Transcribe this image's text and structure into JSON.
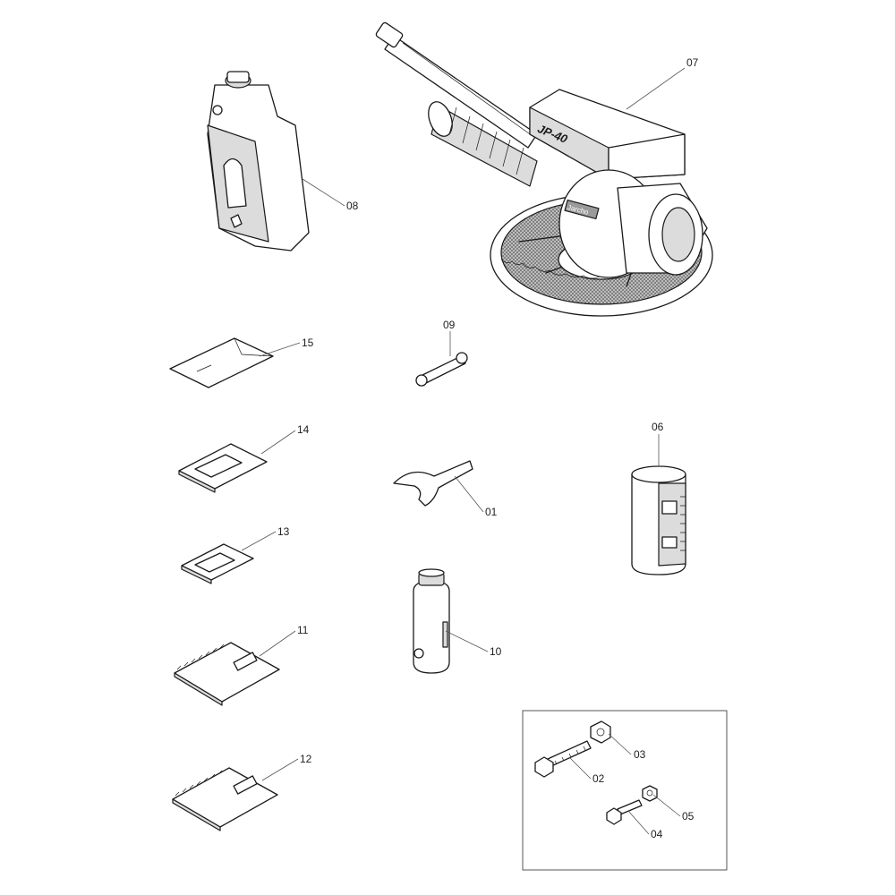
{
  "diagram": {
    "parts": [
      {
        "id": "p01",
        "label": "01",
        "icon": "spanner-wrench-icon"
      },
      {
        "id": "p02",
        "label": "02",
        "icon": "long-bolt-icon"
      },
      {
        "id": "p03",
        "label": "03",
        "icon": "nut-icon"
      },
      {
        "id": "p04",
        "label": "04",
        "icon": "short-bolt-icon"
      },
      {
        "id": "p05",
        "label": "05",
        "icon": "small-nut-icon"
      },
      {
        "id": "p06",
        "label": "06",
        "icon": "measuring-cup-icon"
      },
      {
        "id": "p07",
        "label": "07",
        "icon": "sprinkler-gun-icon"
      },
      {
        "id": "p08",
        "label": "08",
        "icon": "fuel-tank-icon"
      },
      {
        "id": "p09",
        "label": "09",
        "icon": "small-wrench-icon"
      },
      {
        "id": "p10",
        "label": "10",
        "icon": "bottle-icon"
      },
      {
        "id": "p11",
        "label": "11",
        "icon": "spiral-manual-icon"
      },
      {
        "id": "p12",
        "label": "12",
        "icon": "spiral-manual-icon"
      },
      {
        "id": "p13",
        "label": "13",
        "icon": "small-booklet-icon"
      },
      {
        "id": "p14",
        "label": "14",
        "icon": "booklet-icon"
      },
      {
        "id": "p15",
        "label": "15",
        "icon": "envelope-icon"
      }
    ],
    "model_marking": "JP-40",
    "brand_marking": "Jarcho"
  },
  "colors": {
    "line": "#1a1a1a",
    "shade": "#dcdcdc",
    "dark": "#9a9a9a",
    "leader": "#555555"
  }
}
